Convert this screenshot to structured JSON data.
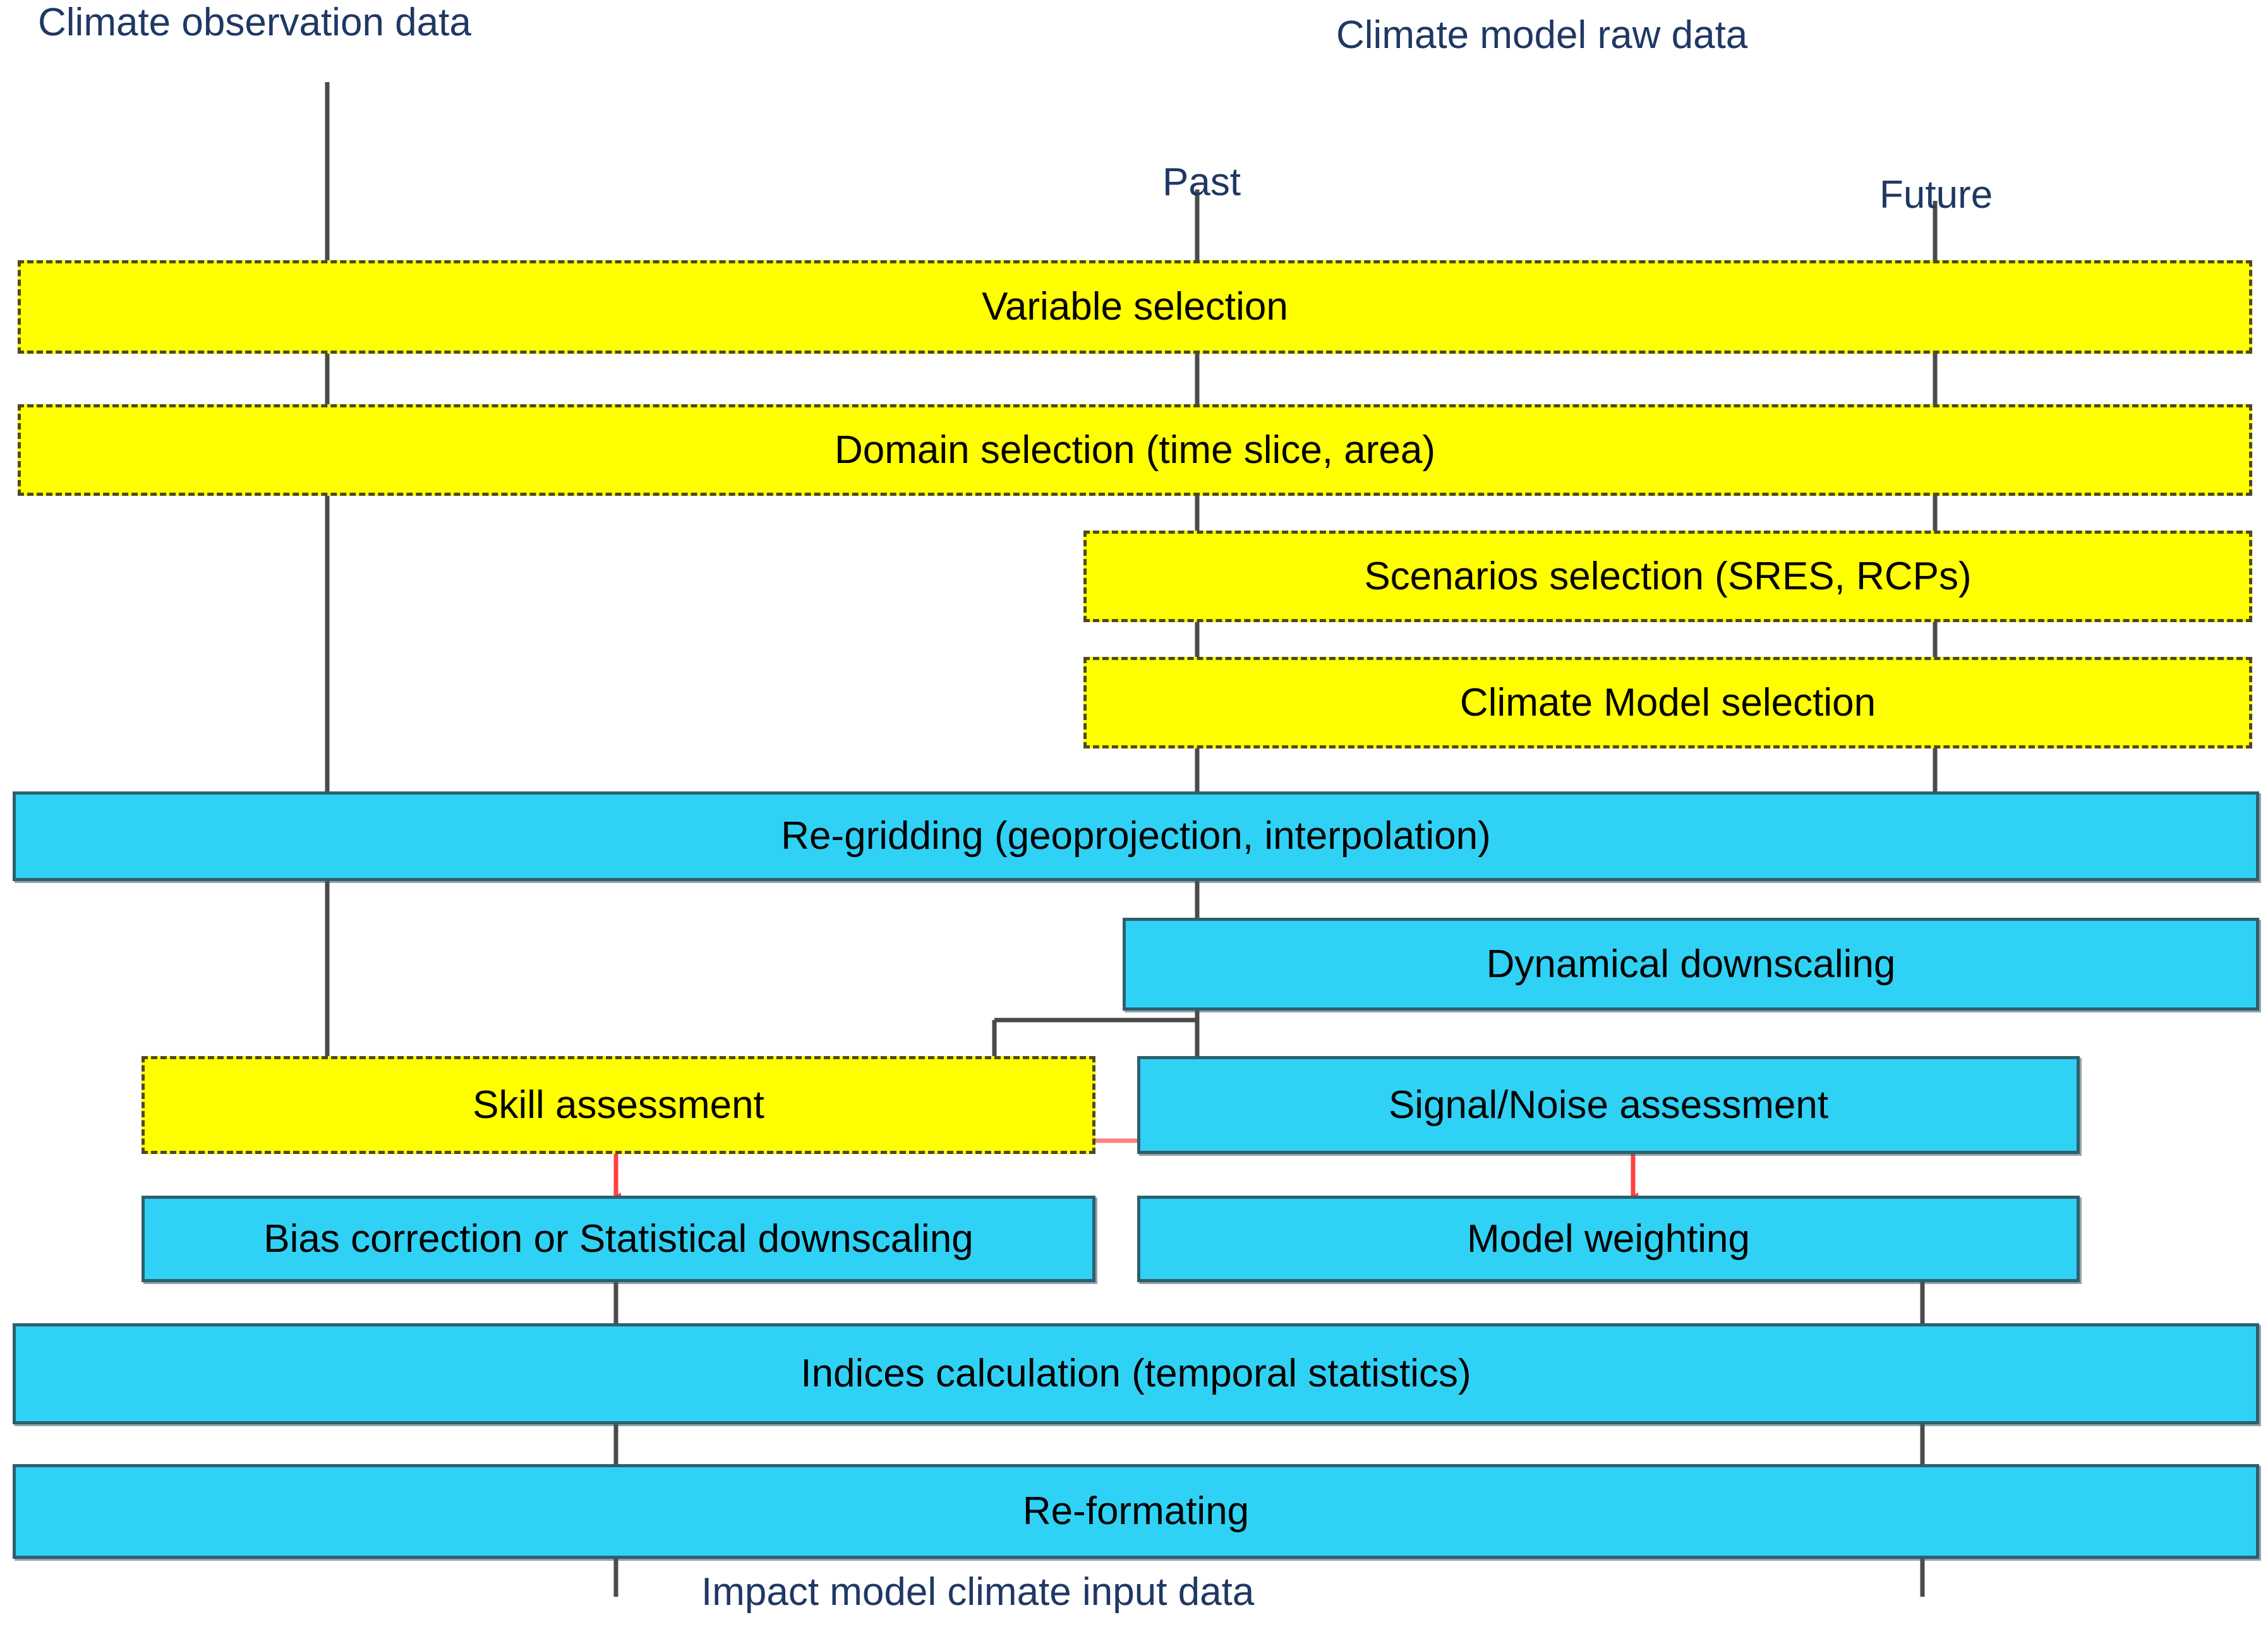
{
  "diagram": {
    "title_text_color": "#1F3864",
    "yellow_fill": "#FFFF00",
    "cyan_fill": "#2FD2F5",
    "arrow_color": "#FF4040",
    "connector_color": "#4A4A4A",
    "labels": {
      "observation_source": "Climate observation data",
      "model_source": "Climate model raw data",
      "past": "Past",
      "future": "Future",
      "output": "Impact model climate input data"
    },
    "nodes": [
      {
        "id": "variable-selection",
        "label": "Variable selection",
        "type": "yellow"
      },
      {
        "id": "domain-selection",
        "label": "Domain selection (time slice, area)",
        "type": "yellow"
      },
      {
        "id": "scenarios-selection",
        "label": "Scenarios selection (SRES, RCPs)",
        "type": "yellow"
      },
      {
        "id": "climate-model-selection",
        "label": "Climate Model selection",
        "type": "yellow"
      },
      {
        "id": "re-gridding",
        "label": "Re-gridding (geoprojection, interpolation)",
        "type": "cyan"
      },
      {
        "id": "dynamical-downscaling",
        "label": "Dynamical downscaling",
        "type": "cyan"
      },
      {
        "id": "skill-assessment",
        "label": "Skill assessment",
        "type": "yellow"
      },
      {
        "id": "signal-noise-assessment",
        "label": "Signal/Noise assessment",
        "type": "cyan"
      },
      {
        "id": "bias-correction",
        "label": "Bias correction or Statistical downscaling",
        "type": "cyan"
      },
      {
        "id": "model-weighting",
        "label": "Model weighting",
        "type": "cyan"
      },
      {
        "id": "indices-calculation",
        "label": "Indices calculation (temporal statistics)",
        "type": "cyan"
      },
      {
        "id": "re-formatting",
        "label": "Re-formating",
        "type": "cyan"
      }
    ]
  }
}
